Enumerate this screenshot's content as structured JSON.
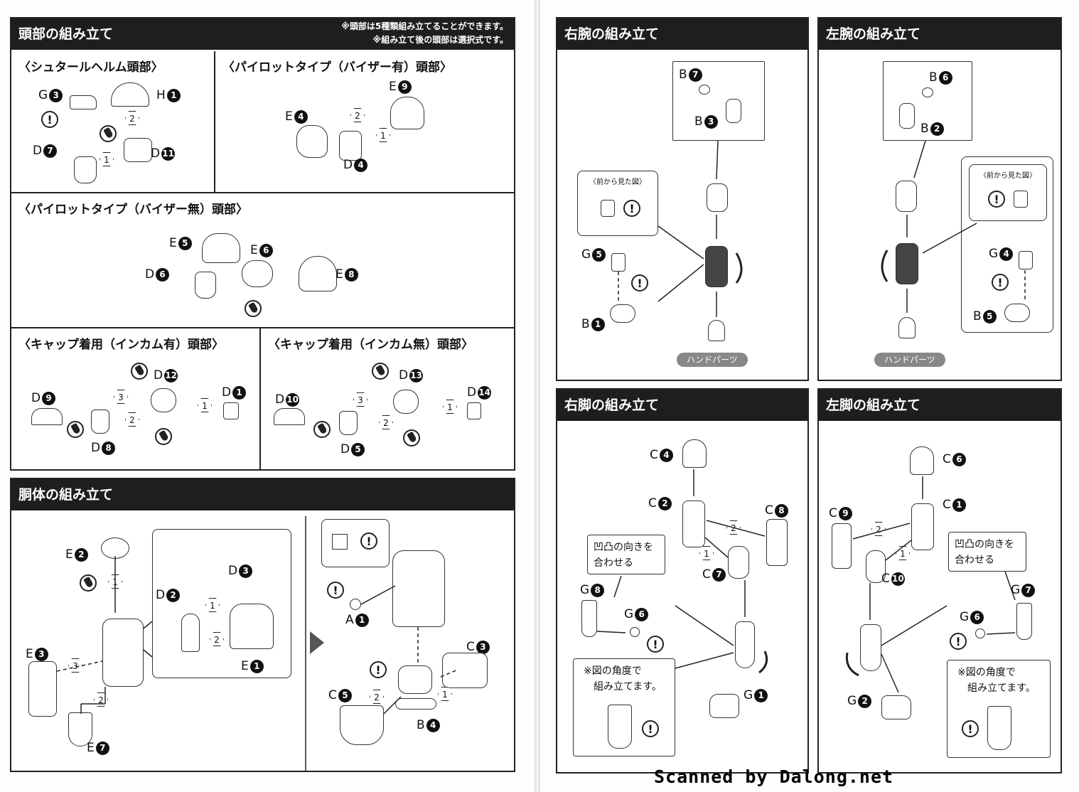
{
  "head": {
    "title": "頭部の組み立て",
    "note1": "※頭部は5種類組み立てることができます。",
    "note2": "※組み立て後の頭部は選択式です。",
    "helm": {
      "title": "〈シュタールヘルム頭部〉",
      "g": "G",
      "g_n": "3",
      "h": "H",
      "h_n": "1",
      "d1": "D",
      "d1_n": "7",
      "d2": "D",
      "d2_n": "11"
    },
    "pilot_visor": {
      "title": "〈パイロットタイプ（バイザー有）頭部〉",
      "e1": "E",
      "e1_n": "9",
      "e2": "E",
      "e2_n": "4",
      "d": "D",
      "d_n": "4"
    },
    "pilot_novisor": {
      "title": "〈パイロットタイプ（バイザー無）頭部〉",
      "e1": "E",
      "e1_n": "5",
      "e2": "E",
      "e2_n": "6",
      "e3": "E",
      "e3_n": "8",
      "d": "D",
      "d_n": "6"
    },
    "cap_intercom": {
      "title": "〈キャップ着用（インカム有）頭部〉",
      "a": "D",
      "a_n": "9",
      "b": "D",
      "b_n": "12",
      "c": "D",
      "c_n": "1",
      "d": "D",
      "d_n": "8"
    },
    "cap_nointercom": {
      "title": "〈キャップ着用（インカム無）頭部〉",
      "a": "D",
      "a_n": "10",
      "b": "D",
      "b_n": "13",
      "c": "D",
      "c_n": "14",
      "d": "D",
      "d_n": "5"
    }
  },
  "torso": {
    "title": "胴体の組み立て",
    "e2": "E",
    "e2_n": "2",
    "e3": "E",
    "e3_n": "3",
    "e7": "E",
    "e7_n": "7",
    "d3": "D",
    "d3_n": "3",
    "d2": "D",
    "d2_n": "2",
    "e1": "E",
    "e1_n": "1",
    "a1": "A",
    "a1_n": "1",
    "c3": "C",
    "c3_n": "3",
    "c5": "C",
    "c5_n": "5",
    "b4": "B",
    "b4_n": "4"
  },
  "right_arm": {
    "title": "右腕の組み立て",
    "b7": "B",
    "b7_n": "7",
    "b3": "B",
    "b3_n": "3",
    "g5": "G",
    "g5_n": "5",
    "b1": "B",
    "b1_n": "1",
    "front_view": "〈前から見た図〉",
    "hand": "ハンドパーツ"
  },
  "left_arm": {
    "title": "左腕の組み立て",
    "b6": "B",
    "b6_n": "6",
    "b2": "B",
    "b2_n": "2",
    "g4": "G",
    "g4_n": "4",
    "b5": "B",
    "b5_n": "5",
    "front_view": "〈前から見た図〉",
    "hand": "ハンドパーツ"
  },
  "right_leg": {
    "title": "右脚の組み立て",
    "c4": "C",
    "c4_n": "4",
    "c2": "C",
    "c2_n": "2",
    "c8": "C",
    "c8_n": "8",
    "c7": "C",
    "c7_n": "7",
    "g8": "G",
    "g8_n": "8",
    "g6": "G",
    "g6_n": "6",
    "g1": "G",
    "g1_n": "1",
    "note_a": "凹凸の向きを",
    "note_b": "合わせる",
    "angle_a": "※図の角度で",
    "angle_b": "組み立てます。"
  },
  "left_leg": {
    "title": "左脚の組み立て",
    "c6": "C",
    "c6_n": "6",
    "c1": "C",
    "c1_n": "1",
    "c9": "C",
    "c9_n": "9",
    "c10": "C",
    "c10_n": "10",
    "g7": "G",
    "g7_n": "7",
    "g6": "G",
    "g6_n": "6",
    "g2": "G",
    "g2_n": "2",
    "note_a": "凹凸の向きを",
    "note_b": "合わせる",
    "angle_a": "※図の角度で",
    "angle_b": "組み立てます。"
  },
  "footer": "Scanned by Dalong.net"
}
